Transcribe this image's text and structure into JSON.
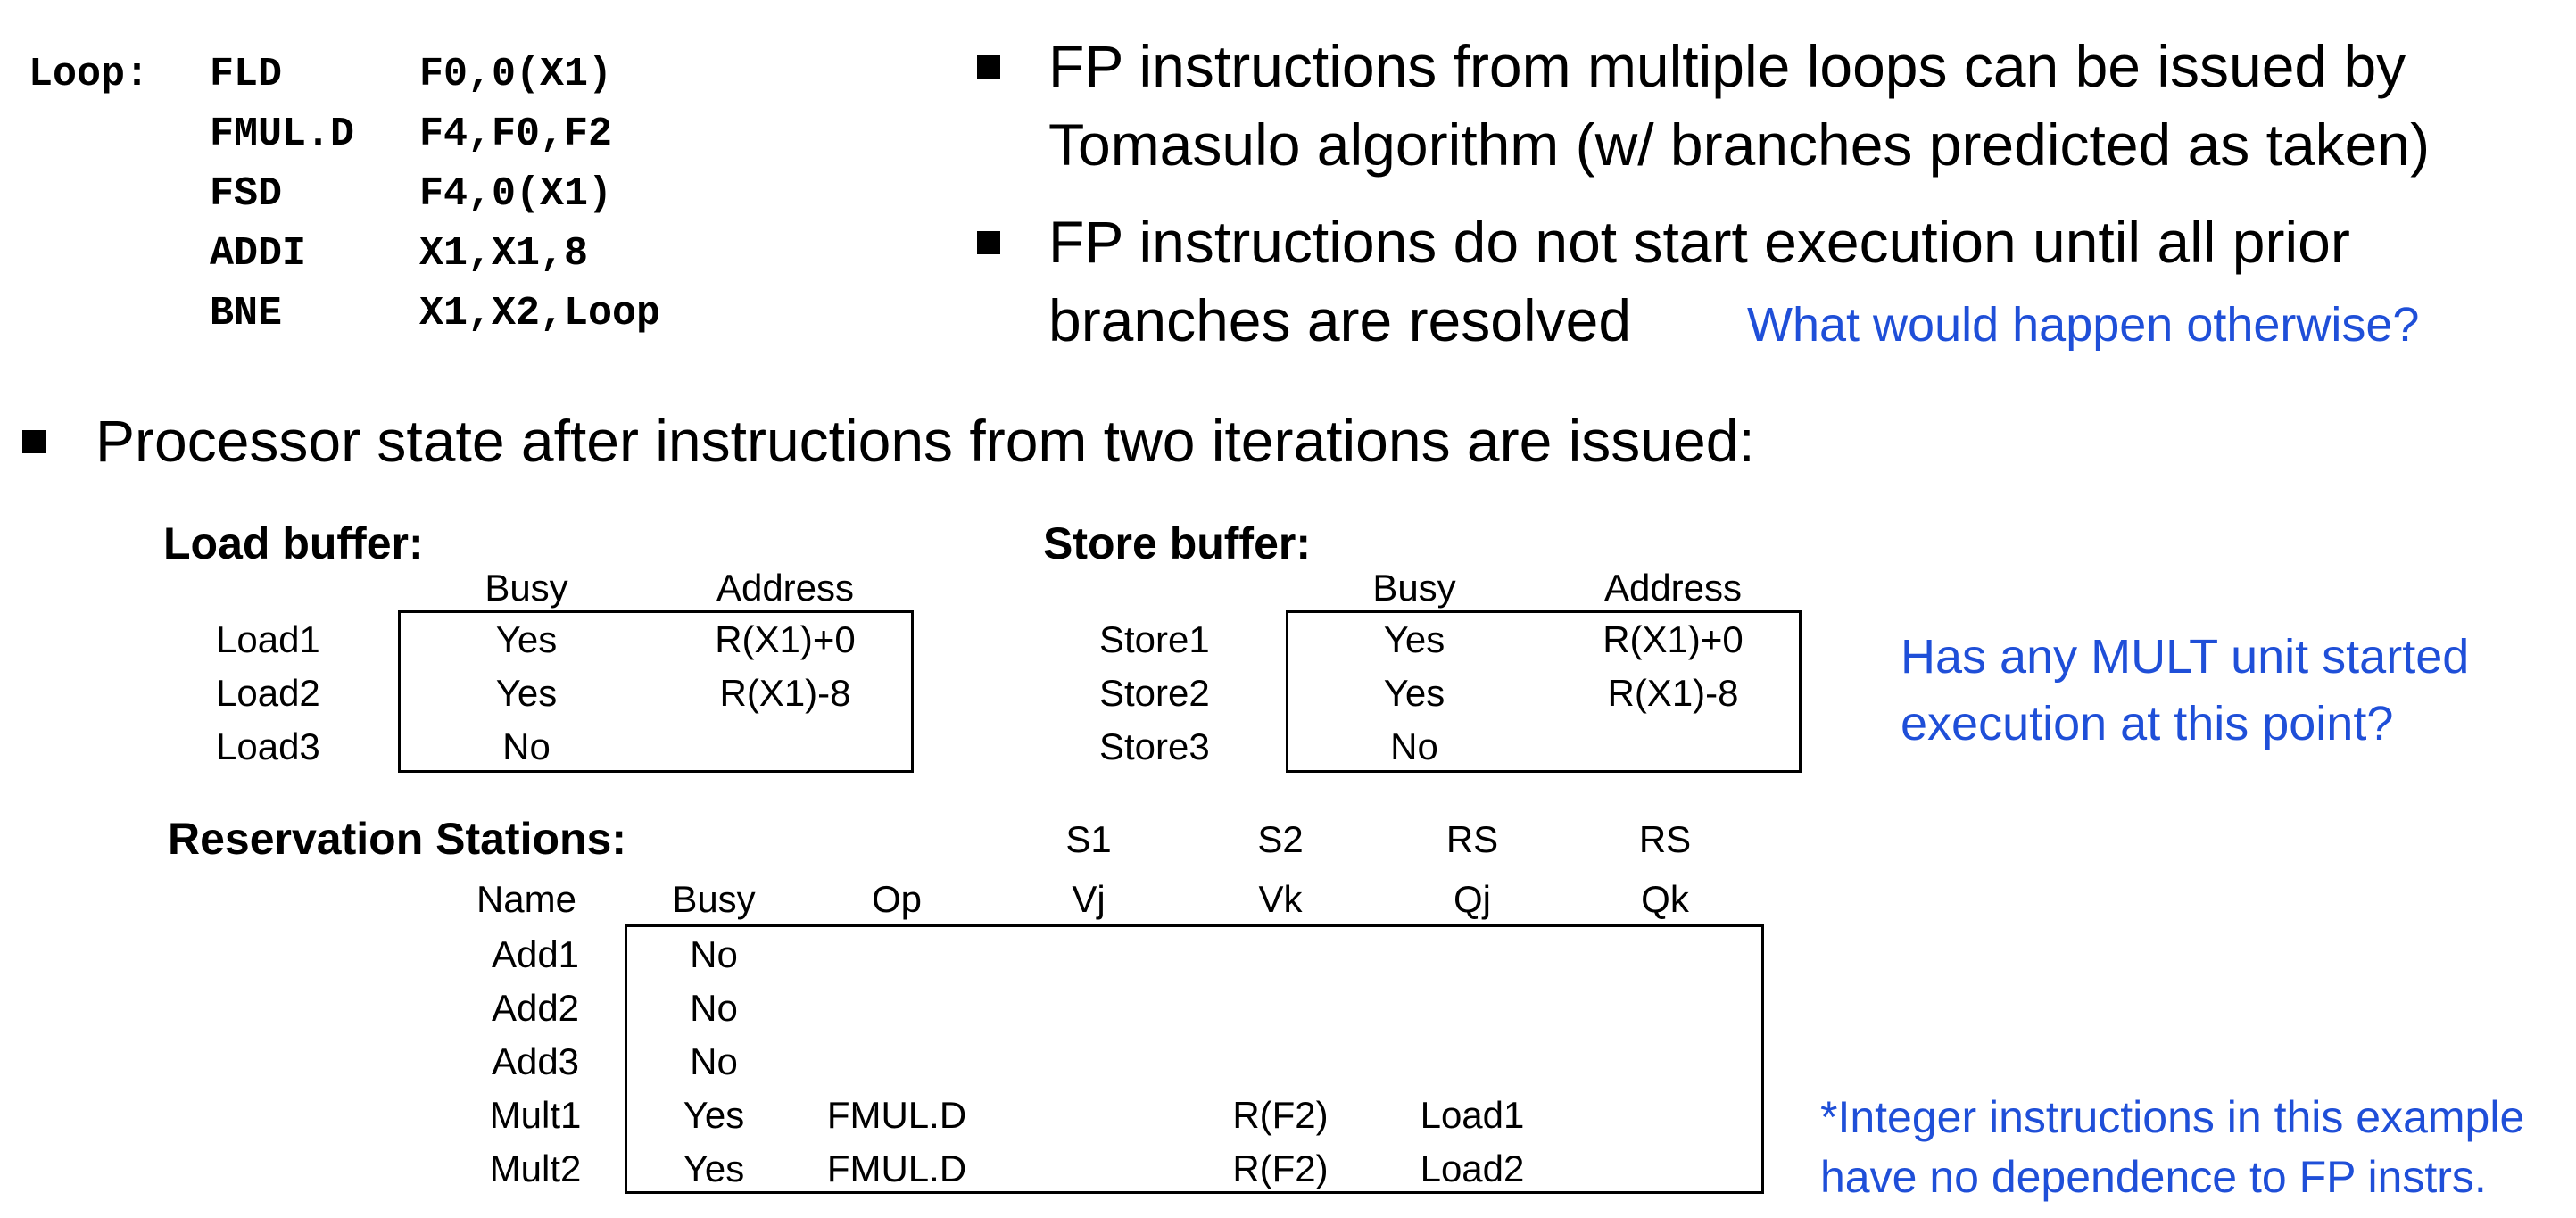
{
  "code": {
    "label": "Loop:",
    "lines": [
      {
        "op": "FLD",
        "args": "F0,0(X1)"
      },
      {
        "op": "FMUL.D",
        "args": "F4,F0,F2"
      },
      {
        "op": "FSD",
        "args": "F4,0(X1)"
      },
      {
        "op": "ADDI",
        "args": "X1,X1,8"
      },
      {
        "op": "BNE",
        "args": "X1,X2,Loop"
      }
    ]
  },
  "bullets": {
    "b1_line1": "FP instructions from multiple loops can be issued by",
    "b1_line2": "Tomasulo algorithm  (w/ branches predicted as taken)",
    "b2_line1": "FP instructions do not start execution until all prior",
    "b2_line2": "branches are resolved",
    "b2_question": "What would happen otherwise?",
    "b3": "Processor state after instructions from two iterations are issued:"
  },
  "load_buffer": {
    "title": "Load buffer:",
    "columns": [
      "Busy",
      "Address"
    ],
    "rows": [
      {
        "name": "Load1",
        "busy": "Yes",
        "address": "R(X1)+0"
      },
      {
        "name": "Load2",
        "busy": "Yes",
        "address": "R(X1)-8"
      },
      {
        "name": "Load3",
        "busy": "No",
        "address": ""
      }
    ]
  },
  "store_buffer": {
    "title": "Store buffer:",
    "columns": [
      "Busy",
      "Address"
    ],
    "rows": [
      {
        "name": "Store1",
        "busy": "Yes",
        "address": "R(X1)+0"
      },
      {
        "name": "Store2",
        "busy": "Yes",
        "address": "R(X1)-8"
      },
      {
        "name": "Store3",
        "busy": "No",
        "address": ""
      }
    ]
  },
  "question_mult": {
    "line1": "Has any MULT unit started",
    "line2": "execution at this point?"
  },
  "reservation_stations": {
    "title": "Reservation Stations:",
    "super_headers": [
      "S1",
      "S2",
      "RS",
      "RS"
    ],
    "columns": [
      "Name",
      "Busy",
      "Op",
      "Vj",
      "Vk",
      "Qj",
      "Qk"
    ],
    "rows": [
      {
        "name": "Add1",
        "busy": "No",
        "op": "",
        "vj": "",
        "vk": "",
        "qj": "",
        "qk": ""
      },
      {
        "name": "Add2",
        "busy": "No",
        "op": "",
        "vj": "",
        "vk": "",
        "qj": "",
        "qk": ""
      },
      {
        "name": "Add3",
        "busy": "No",
        "op": "",
        "vj": "",
        "vk": "",
        "qj": "",
        "qk": ""
      },
      {
        "name": "Mult1",
        "busy": "Yes",
        "op": "FMUL.D",
        "vj": "",
        "vk": "R(F2)",
        "qj": "Load1",
        "qk": ""
      },
      {
        "name": "Mult2",
        "busy": "Yes",
        "op": "FMUL.D",
        "vj": "",
        "vk": "R(F2)",
        "qj": "Load2",
        "qk": ""
      }
    ]
  },
  "integer_note": {
    "line1": "*Integer instructions in this example",
    "line2": "have no dependence to FP instrs."
  },
  "colors": {
    "annotation_blue": "#1f4fd8",
    "text": "#000000"
  }
}
